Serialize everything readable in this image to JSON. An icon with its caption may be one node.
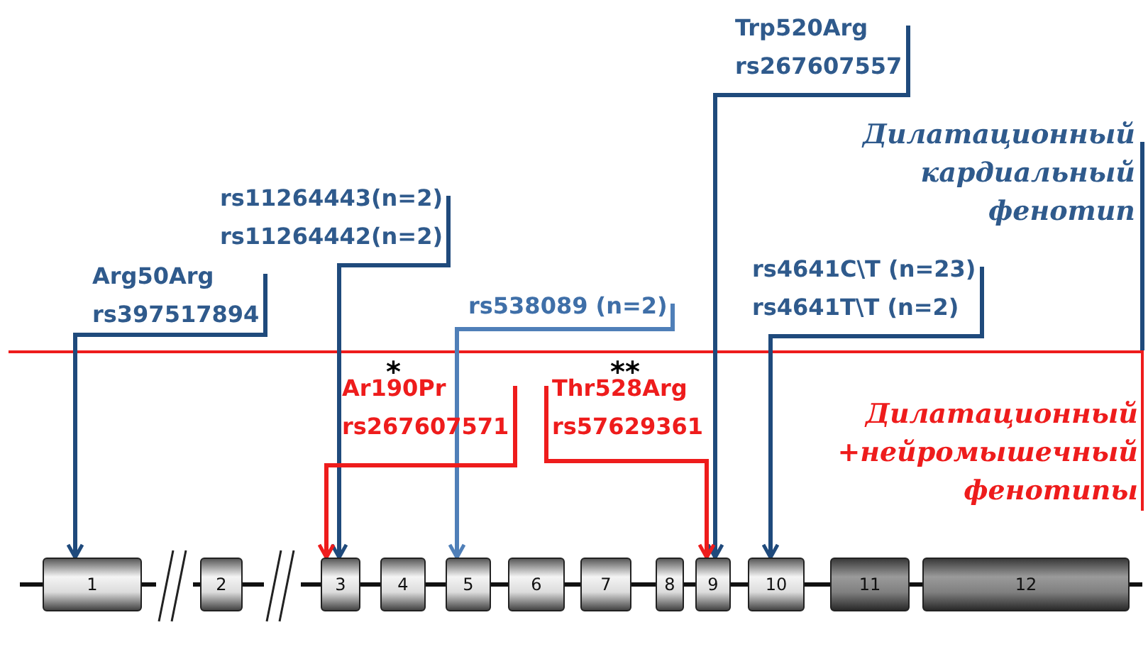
{
  "diagram": {
    "nodes": [
      {
        "text": [
          "1"
        ]
      },
      {
        "text": [
          "2"
        ]
      },
      {
        "text": [
          "3"
        ]
      },
      {
        "text": [
          "4"
        ]
      },
      {
        "text": [
          "5"
        ]
      },
      {
        "text": [
          "6"
        ]
      },
      {
        "text": [
          "7"
        ]
      },
      {
        "text": [
          "8"
        ]
      },
      {
        "text": [
          "9"
        ]
      },
      {
        "text": [
          "10"
        ]
      },
      {
        "text": [
          "11"
        ]
      },
      {
        "text": [
          "12"
        ]
      },
      {
        "text": [
          "Arg50Arg",
          "rs397517894"
        ]
      },
      {
        "text": [
          "rs11264443(n=2)",
          "rs11264442(n=2)"
        ]
      },
      {
        "text": [
          "rs538089 (n=2)"
        ]
      },
      {
        "text": [
          "Trp520Arg",
          "rs267607557"
        ]
      },
      {
        "text": [
          "rs4641C\\T (n=23)",
          "rs4641T\\T (n=2)"
        ]
      },
      {
        "text": [
          "Ar190Pr",
          "rs267607571"
        ],
        "beside": [
          "*"
        ]
      },
      {
        "text": [
          "Thr528Arg",
          "rs57629361"
        ],
        "beside": [
          "**"
        ]
      }
    ],
    "edges": [
      {
        "from": 12,
        "to": 0,
        "arrow": "to"
      },
      {
        "from": 13,
        "to": 2,
        "arrow": "to"
      },
      {
        "from": 14,
        "to": 4,
        "arrow": "to",
        "color": "#4f7fb8"
      },
      {
        "from": 15,
        "to": 8,
        "arrow": "to"
      },
      {
        "from": 16,
        "to": 9,
        "arrow": "to"
      },
      {
        "from": 17,
        "to": 2,
        "arrow": "to",
        "color": "#ee1c1c"
      },
      {
        "from": 18,
        "to": 8,
        "arrow": "to",
        "color": "#ee1c1c"
      }
    ],
    "labels": [
      "Дилатационный кардиальный фенотип",
      "Дилатационный +нейромышечный фенотипы"
    ]
  }
}
